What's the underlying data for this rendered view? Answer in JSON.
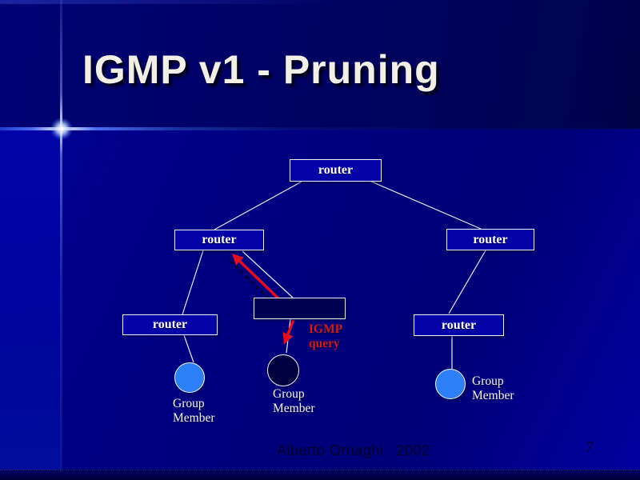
{
  "slide": {
    "title": "IGMP v1 - Pruning",
    "footer": {
      "author": "Alberto Ornaghi",
      "year": "2002",
      "page_number": "7"
    }
  },
  "diagram": {
    "router_label": "router",
    "igmp_query_label": "IGMP query",
    "group_member_label": "Group Member",
    "nodes": [
      {
        "id": "router-top",
        "type": "router",
        "label": "router"
      },
      {
        "id": "router-mid-left",
        "type": "router",
        "label": "router"
      },
      {
        "id": "router-mid-right",
        "type": "router",
        "label": "router"
      },
      {
        "id": "router-low-left",
        "type": "router",
        "label": "router"
      },
      {
        "id": "router-low-right",
        "type": "router",
        "label": "router"
      },
      {
        "id": "router-queried",
        "type": "router-unlabeled",
        "label": ""
      },
      {
        "id": "host-left",
        "type": "group-member",
        "label": "Group Member"
      },
      {
        "id": "host-mid",
        "type": "queried-host",
        "label": "Group Member"
      },
      {
        "id": "host-right",
        "type": "group-member",
        "label": "Group Member"
      }
    ]
  },
  "colors": {
    "background": "#000080",
    "router_box_fill": "#0303a8",
    "queried_box_fill": "#000052",
    "member_circle_fill": "#2d7ef7",
    "queried_circle_fill": "#010140",
    "arrow_red": "#e01020",
    "query_text_red": "#cf1a20",
    "title_text": "#f2f0e6",
    "footer_text": "#000026"
  }
}
